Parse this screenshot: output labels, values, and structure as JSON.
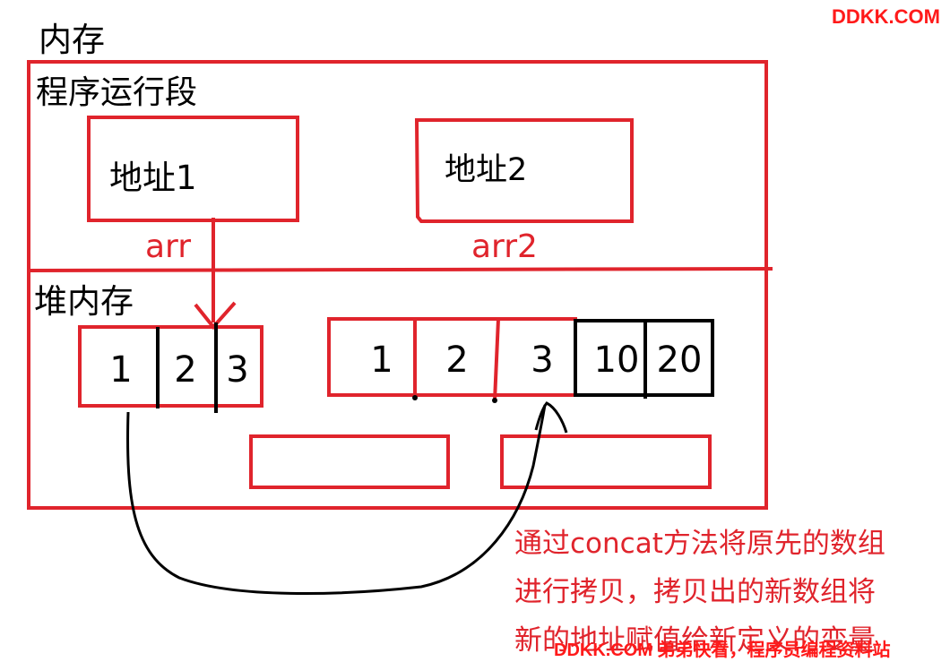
{
  "watermark_top": "DDKK.COM",
  "watermark_bottom": "DDKK.COM 弟弟快看，程序员编程资料站",
  "memory_label": "内存",
  "program_segment_label": "程序运行段",
  "heap_label": "堆内存",
  "address1": "地址1",
  "address2": "地址2",
  "var_arr": "arr",
  "var_arr2": "arr2",
  "original_array": [
    "1",
    "2",
    "3"
  ],
  "new_array": [
    "1",
    "2",
    "3",
    "10",
    "20"
  ],
  "note_lines": [
    "通过concat方法将原先的数组",
    "进行拷贝，拷贝出的新数组将",
    "新的地址赋值给新定义的变量"
  ],
  "colors": {
    "red": "#e0242c",
    "black": "#000000",
    "watermark": "#ff1a1a"
  }
}
